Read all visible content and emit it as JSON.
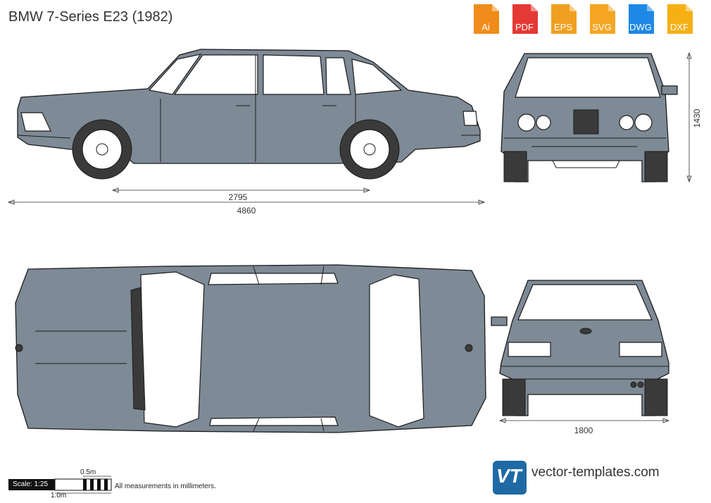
{
  "title": "BMW 7-Series E23 (1982)",
  "formats": [
    {
      "label": "Ai",
      "color": "#f08c1a",
      "icon": "ai-file-icon"
    },
    {
      "label": "PDF",
      "color": "#e53935",
      "icon": "pdf-file-icon"
    },
    {
      "label": "EPS",
      "color": "#f0a020",
      "icon": "eps-file-icon"
    },
    {
      "label": "SVG",
      "color": "#f5a623",
      "icon": "svg-file-icon"
    },
    {
      "label": "DWG",
      "color": "#1e88e5",
      "icon": "dwg-file-icon"
    },
    {
      "label": "DXF",
      "color": "#f5b014",
      "icon": "dxf-file-icon"
    }
  ],
  "dimensions": {
    "wheelbase": "2795",
    "length": "4860",
    "height": "1430",
    "width": "1800"
  },
  "scale": {
    "label": "Scale: 1:25",
    "half": "0.5m",
    "full": "1.0m"
  },
  "note": "All measurements in millimeters.",
  "brand": {
    "logo_text": "VT",
    "site": "vector-templates.com"
  },
  "colors": {
    "body": "#7e8a96",
    "outline": "#1c1c1c",
    "glass": "#ffffff",
    "tire": "#333333"
  }
}
